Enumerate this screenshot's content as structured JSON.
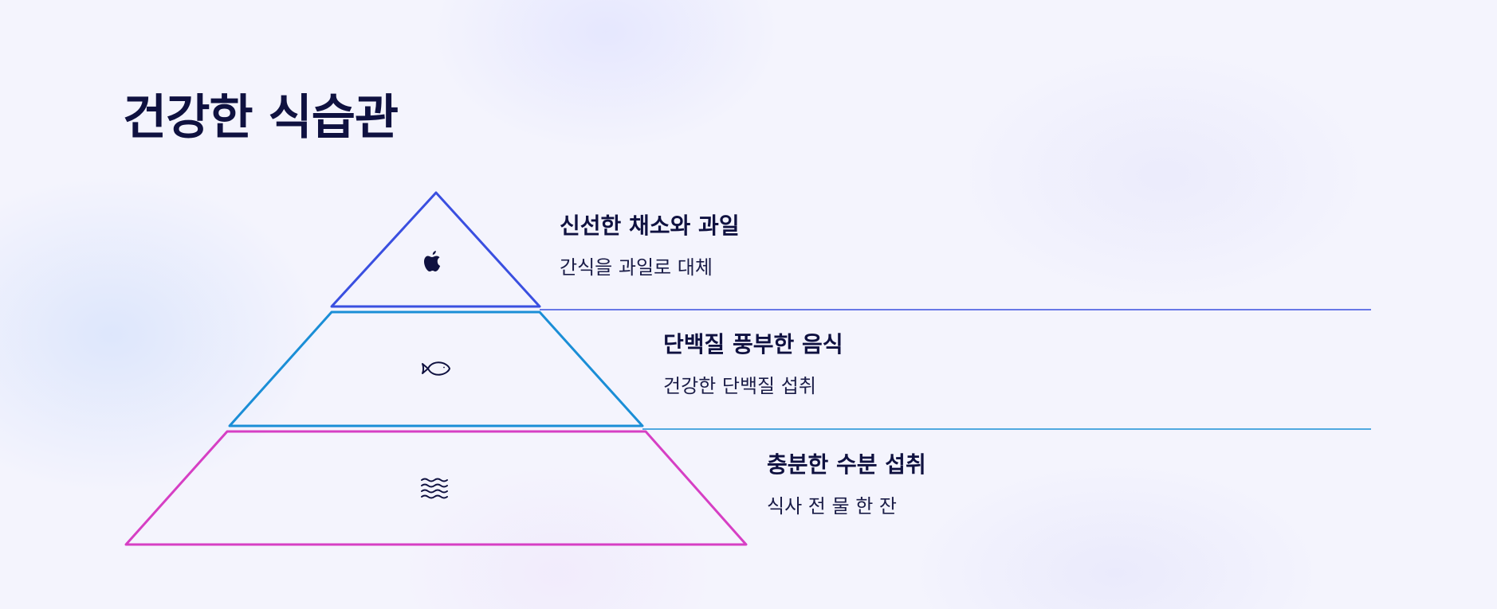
{
  "title": "건강한 식습관",
  "levels": [
    {
      "heading": "신선한 채소와 과일",
      "description": "간식을 과일로 대체",
      "icon": "apple-icon",
      "color": "#3a4fe0"
    },
    {
      "heading": "단백질 풍부한 음식",
      "description": "건강한 단백질 섭취",
      "icon": "fish-icon",
      "color": "#1a8ed6"
    },
    {
      "heading": "충분한 수분 섭취",
      "description": "식사 전 물 한 잔",
      "icon": "water-waves-icon",
      "color": "#d63fc4"
    }
  ]
}
